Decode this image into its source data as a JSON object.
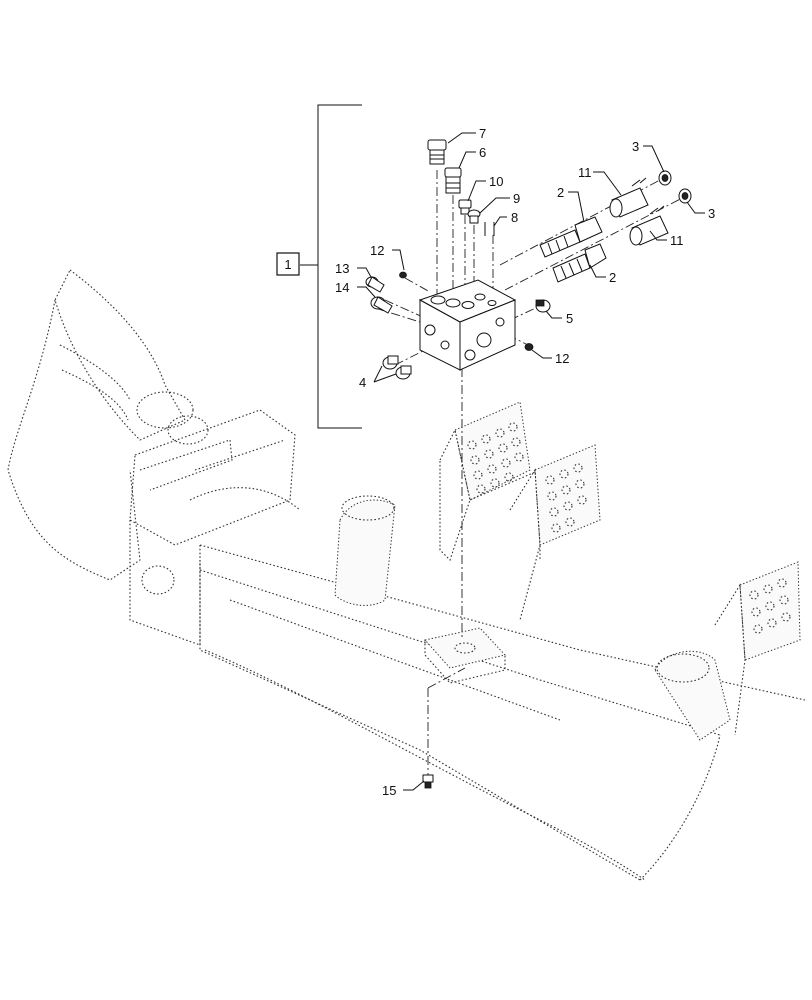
{
  "diagram": {
    "assembly_ref": "1",
    "callouts": [
      {
        "id": "c7",
        "text": "7"
      },
      {
        "id": "c6",
        "text": "6"
      },
      {
        "id": "c10",
        "text": "10"
      },
      {
        "id": "c9",
        "text": "9"
      },
      {
        "id": "c8",
        "text": "8"
      },
      {
        "id": "c3a",
        "text": "3"
      },
      {
        "id": "c3b",
        "text": "3"
      },
      {
        "id": "c11a",
        "text": "11"
      },
      {
        "id": "c11b",
        "text": "11"
      },
      {
        "id": "c2a",
        "text": "2"
      },
      {
        "id": "c2b",
        "text": "2"
      },
      {
        "id": "c12a",
        "text": "12"
      },
      {
        "id": "c12b",
        "text": "12"
      },
      {
        "id": "c13",
        "text": "13"
      },
      {
        "id": "c14",
        "text": "14"
      },
      {
        "id": "c5",
        "text": "5"
      },
      {
        "id": "c4",
        "text": "4"
      },
      {
        "id": "c15",
        "text": "15"
      }
    ]
  }
}
